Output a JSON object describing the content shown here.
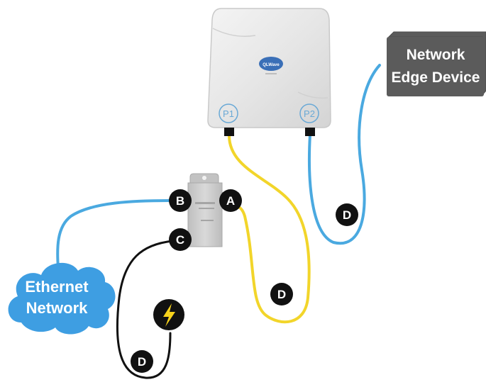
{
  "device": {
    "brand": "QLWave",
    "port1": "P1",
    "port2": "P2"
  },
  "edge_device": {
    "line1": "Network",
    "line2": "Edge Device"
  },
  "cloud": {
    "line1": "Ethernet",
    "line2": "Network"
  },
  "badges": {
    "a": "A",
    "b": "B",
    "c": "C",
    "d": "D"
  },
  "colors": {
    "cable_blue": "#4aa9e0",
    "cable_yellow": "#f2d52a",
    "cable_black": "#111111",
    "cloud_blue": "#3e9ee2",
    "edge_gray": "#5b5b5b",
    "bolt_yellow": "#f7d21b"
  },
  "icons": {
    "power": "lightning-bolt-icon"
  }
}
